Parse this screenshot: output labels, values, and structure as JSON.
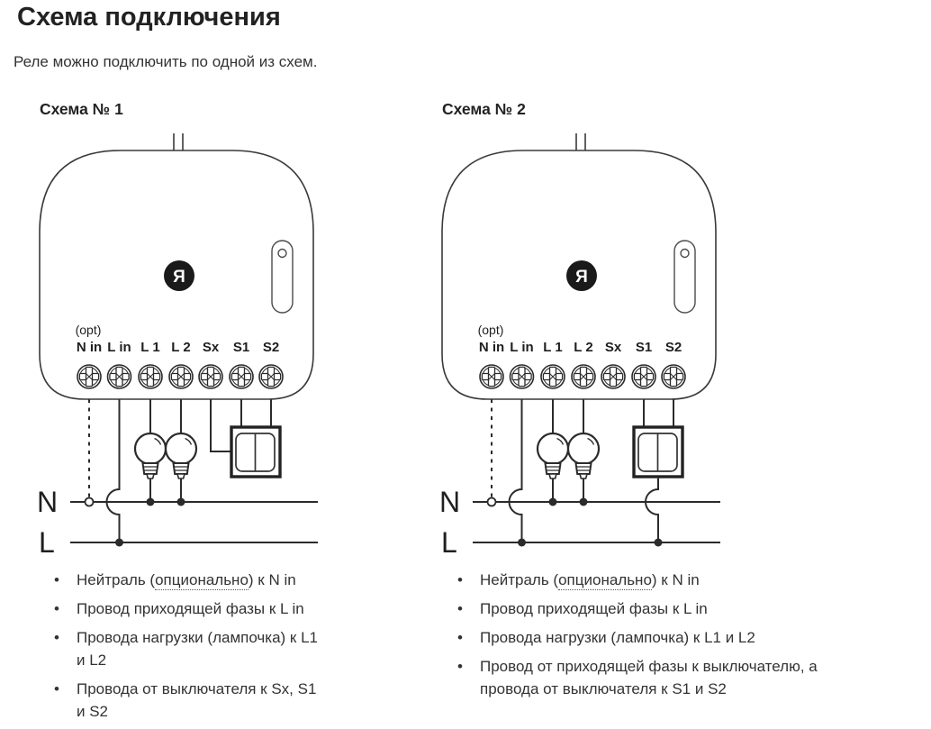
{
  "page": {
    "title": "Схема подключения",
    "subtitle": "Реле можно подключить по одной из схем."
  },
  "schemas": [
    {
      "heading": "Схема № 1",
      "notes": {
        "neutral_prefix": "Нейтраль (",
        "neutral_optional": "опционально",
        "neutral_suffix": ") к N in",
        "phase": "Провод приходящей фазы к L in",
        "load": "Провода нагрузки (лампочка) к L1 и L2",
        "switch_wires": "Провода от выключателя к Sx, S1 и S2"
      }
    },
    {
      "heading": "Схема № 2",
      "notes": {
        "neutral_prefix": "Нейтраль (",
        "neutral_optional": "опционально",
        "neutral_suffix": ") к N in",
        "phase": "Провод приходящей фазы к L in",
        "load": "Провода нагрузки (лампочка) к L1 и L2",
        "switch_wires": "Провод от приходящей фазы к выключателю, а провода от выключателя к S1 и S2"
      }
    }
  ],
  "device": {
    "logo_letter": "Я",
    "opt_label": "(opt)",
    "terminals": [
      "N in",
      "L in",
      "L 1",
      "L 2",
      "Sx",
      "S1",
      "S2"
    ]
  },
  "power_lines": {
    "neutral": "N",
    "phase": "L"
  },
  "colors": {
    "ink": "#2b2b2b",
    "text": "#222222",
    "note_text": "#333333",
    "logo_bg": "#1a1a1a"
  }
}
